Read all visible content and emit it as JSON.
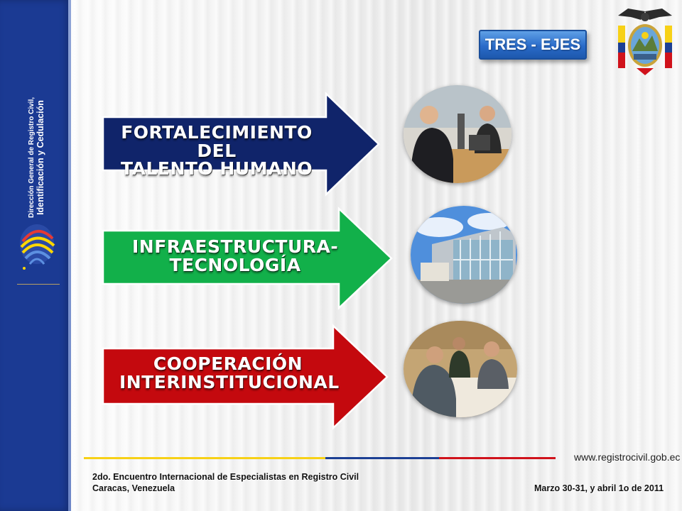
{
  "sidebar": {
    "title_line1": "Dirección General de Registro Civil,",
    "title_line2": "Identificación y Cedulación"
  },
  "badge": {
    "label": "TRES - EJES"
  },
  "axes": [
    {
      "label_line1": "FORTALECIMIENTO DEL",
      "label_line2": "TALENTO HUMANO",
      "color": "#10246a"
    },
    {
      "label_line1": "INFRAESTRUCTURA-",
      "label_line2": "TECNOLOGÍA",
      "color": "#12b04a"
    },
    {
      "label_line1": "COOPERACIÓN",
      "label_line2": "INTERINSTITUCIONAL",
      "color": "#c4090e"
    }
  ],
  "footer": {
    "url": "www.registrocivil.gob.ec",
    "event_line1": "2do. Encuentro Internacional de Especialistas en Registro Civil",
    "event_line2": "Caracas, Venezuela",
    "dates": "Marzo 30-31, y abril 1o de 2011"
  },
  "colors": {
    "sidebar": "#1b3a93",
    "flag_yellow": "#f7d117",
    "flag_blue": "#1c3f94",
    "flag_red": "#d0121b"
  }
}
